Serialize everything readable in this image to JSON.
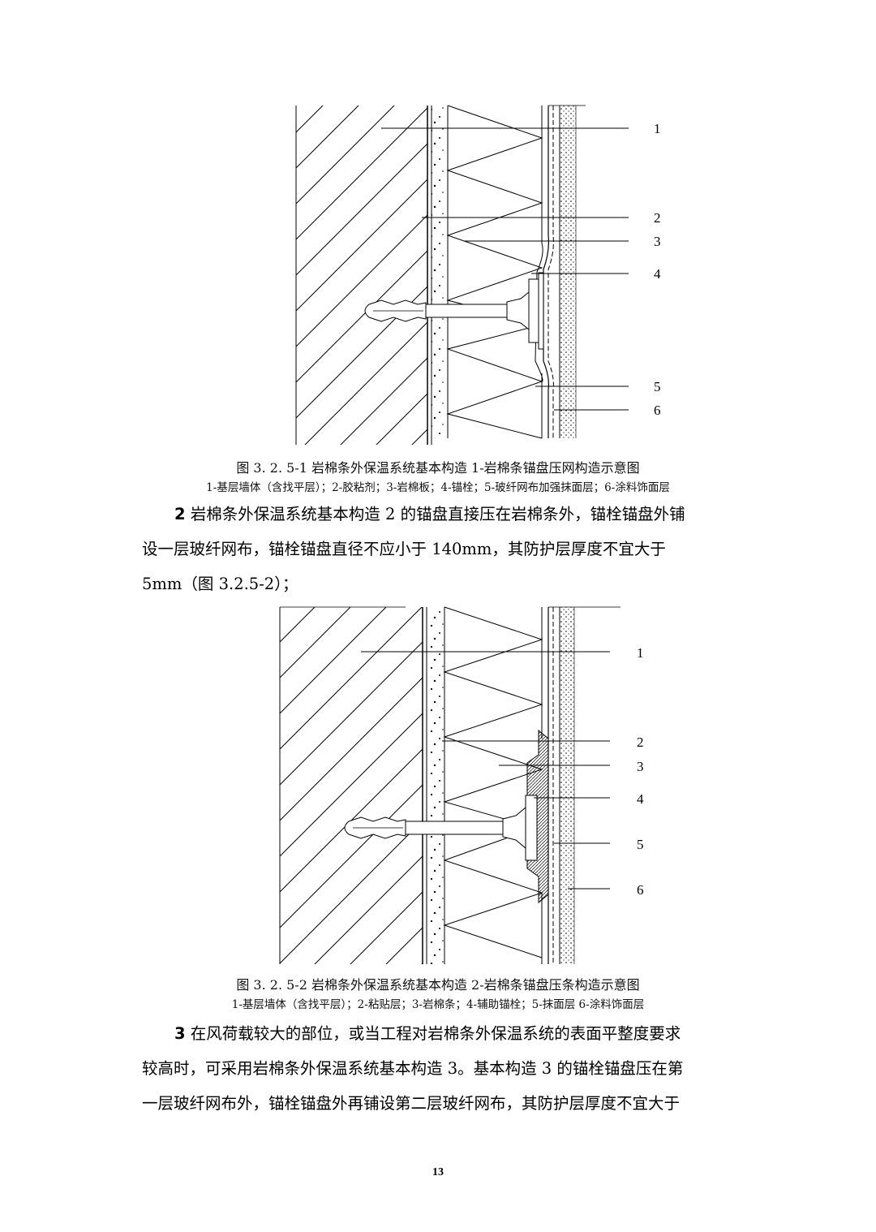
{
  "figure1": {
    "callouts": [
      "1",
      "2",
      "3",
      "4",
      "5",
      "6"
    ],
    "caption": "图 3. 2. 5-1  岩棉条外保温系统基本构造 1-岩棉条锚盘压网构造示意图",
    "legend": "1-基层墙体（含找平层）；2-胶粘剂；3-岩棉板；4-锚栓；5-玻纤网布加强抹面层；6-涂料饰面层"
  },
  "paragraph2": {
    "number": "2",
    "line1": " 岩棉条外保温系统基本构造 2 的锚盘直接压在岩棉条外，锚栓锚盘外铺",
    "line2": "设一层玻纤网布，锚栓锚盘直径不应小于  140mm，其防护层厚度不宜大于",
    "line3": "5mm（图 3.2.5-2）；"
  },
  "figure2": {
    "callouts": [
      "1",
      "2",
      "3",
      "4",
      "5",
      "6"
    ],
    "caption": "图 3. 2. 5-2  岩棉条外保温系统基本构造 2-岩棉条锚盘压条构造示意图",
    "legend": "1-基层墙体（含找平层）；2-粘贴层；3-岩棉条；4-辅助锚栓；5-抹面层   6-涂料饰面层"
  },
  "paragraph3": {
    "number": "3",
    "line1": " 在风荷载较大的部位，或当工程对岩棉条外保温系统的表面平整度要求",
    "line2": "较高时，可采用岩棉条外保温系统基本构造 3。基本构造 3 的锚栓锚盘压在第",
    "line3": "一层玻纤网布外，锚栓锚盘外再铺设第二层玻纤网布，其防护层厚度不宜大于"
  },
  "page_number": "13"
}
